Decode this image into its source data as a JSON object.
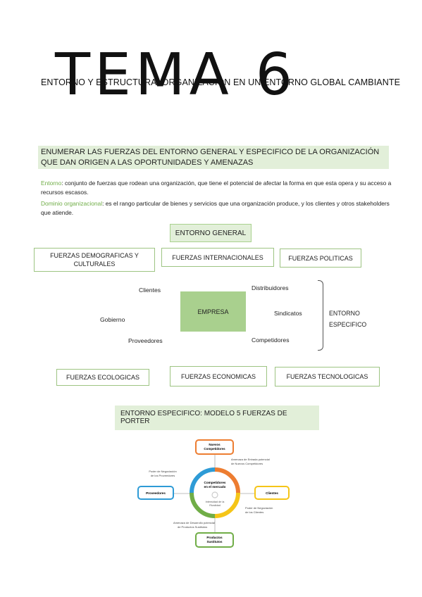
{
  "header": {
    "big_title": "TEMA 6",
    "subtitle": "ENTORNO Y ESTRUCTURA. ORGANIZACIÓN EN UN ENTORNO GLOBAL CAMBIANTE"
  },
  "section1": {
    "heading": "ENUMERAR LAS FUERZAS DEL ENTORNO GENERAL Y ESPECIFICO DE LA ORGANIZACIÓN QUE DAN ORIGEN A LAS OPORTUNIDADES Y AMENAZAS"
  },
  "definitions": {
    "entorno_term": "Entorno",
    "entorno_text": ": conjunto de fuerzas que rodean una organización, que tiene el potencial de afectar la forma en que esta opera y su acceso a recursos escasos.",
    "dominio_term": "Dominio organizacional",
    "dominio_text": ": es el rango particular de bienes y servicios que una organización produce, y los clientes y otros stakeholders que atiende."
  },
  "diagram1": {
    "entorno_general": "ENTORNO GENERAL",
    "fuerzas_demograficas": "FUERZAS DEMOGRAFICAS Y CULTURALES",
    "fuerzas_internacionales": "FUERZAS INTERNACIONALES",
    "fuerzas_politicas": "FUERZAS POLITICAS",
    "clientes": "Clientes",
    "distribuidores": "Distribuidores",
    "empresa": "EMPRESA",
    "sindicatos": "Sindicatos",
    "gobierno": "Gobierno",
    "proveedores": "Proveedores",
    "competidores": "Competidores",
    "entorno_especifico": "ENTORNO ESPECIFICO",
    "fuerzas_ecologicas": "FUERZAS ECOLOGICAS",
    "fuerzas_economicas": "FUERZAS ECONOMICAS",
    "fuerzas_tecnologicas": "FUERZAS TECNOLOGICAS"
  },
  "porter": {
    "title": "ENTORNO ESPECIFICO: MODELO 5 FUERZAS DE PORTER",
    "nuevos_competidores_1": "Nuevos",
    "nuevos_competidores_2": "Competidores",
    "amenaza_entrada_1": "Amenaza de Entrada potencial",
    "amenaza_entrada_2": "de Nuevos Competidores",
    "poder_proveedores_1": "Poder de Negociación",
    "poder_proveedores_2": "de los Proveedores",
    "proveedores": "Proveedores",
    "competidores_centro_1": "Competidores",
    "competidores_centro_2": "en el mercado",
    "intensidad_1": "Intensidad de la",
    "intensidad_2": "Rivalidad",
    "clientes": "Clientes",
    "poder_clientes_1": "Poder de Negociación",
    "poder_clientes_2": "de los Clientes",
    "amenaza_sustitutos_1": "Amenaza de Desarrollo potencial",
    "amenaza_sustitutos_2": "de Productos Sustitutos",
    "productos_sustitutos_1": "Productos",
    "productos_sustitutos_2": "Sustitutos",
    "colors": {
      "orange": "#ed7d31",
      "blue": "#2e9bd6",
      "yellow": "#f5c518",
      "green": "#70ad47"
    }
  }
}
